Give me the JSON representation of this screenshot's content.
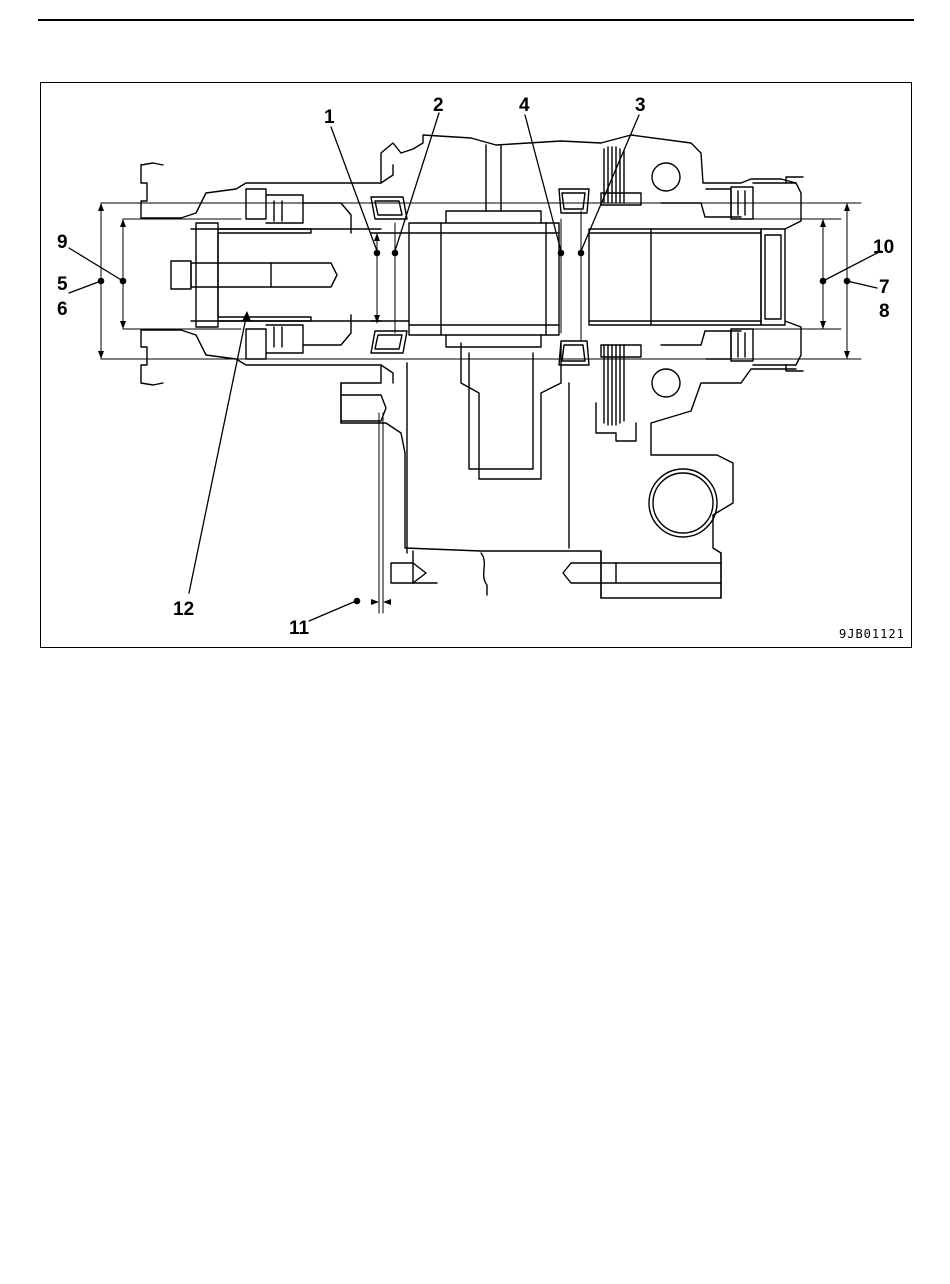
{
  "figure": {
    "code": "9JB01121",
    "callouts": {
      "c1": "1",
      "c2": "2",
      "c3": "3",
      "c4": "4",
      "c5": "5",
      "c6": "6",
      "c7": "7",
      "c8": "8",
      "c9": "9",
      "c10": "10",
      "c11": "11",
      "c12": "12"
    }
  }
}
